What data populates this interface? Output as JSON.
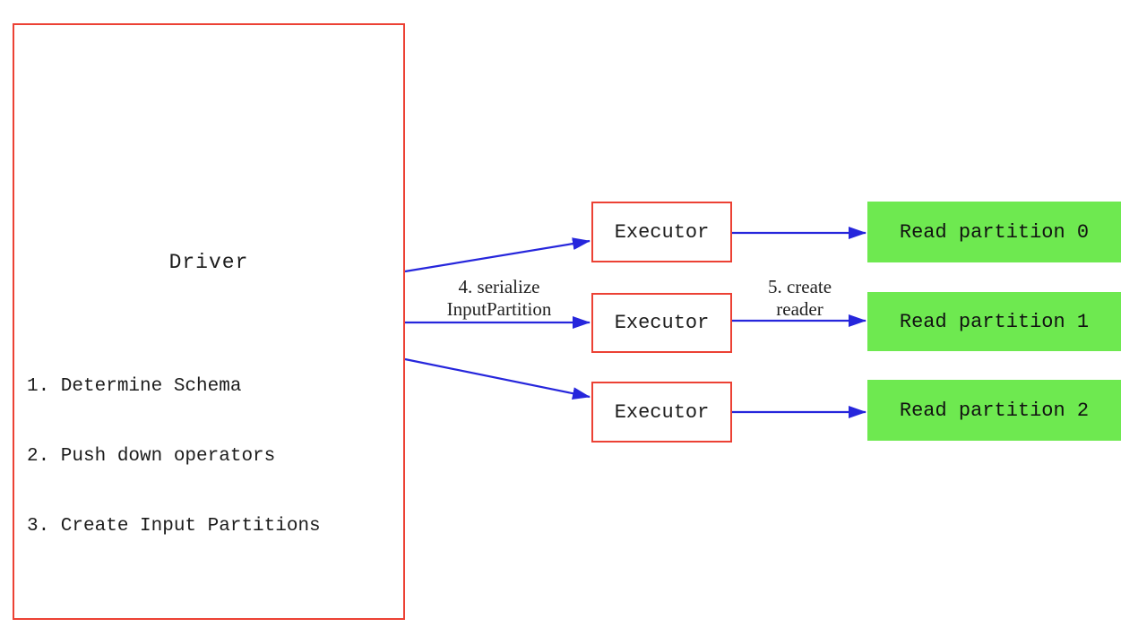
{
  "diagram": {
    "driver": {
      "title": "Driver",
      "steps": [
        "1. Determine Schema",
        "2. Push down operators",
        "3. Create Input Partitions"
      ]
    },
    "executors": [
      {
        "label": "Executor"
      },
      {
        "label": "Executor"
      },
      {
        "label": "Executor"
      }
    ],
    "partitions": [
      {
        "label": "Read partition 0"
      },
      {
        "label": "Read partition 1"
      },
      {
        "label": "Read partition 2"
      }
    ],
    "edge_labels": {
      "serialize": {
        "line1": "4. serialize",
        "line2": "InputPartition"
      },
      "create_reader": {
        "line1": "5. create",
        "line2": "reader"
      }
    },
    "colors": {
      "box_border": "#ec4134",
      "arrow": "#2626dc",
      "partition_fill": "#6ee950",
      "text": "#1c1c1c"
    }
  }
}
